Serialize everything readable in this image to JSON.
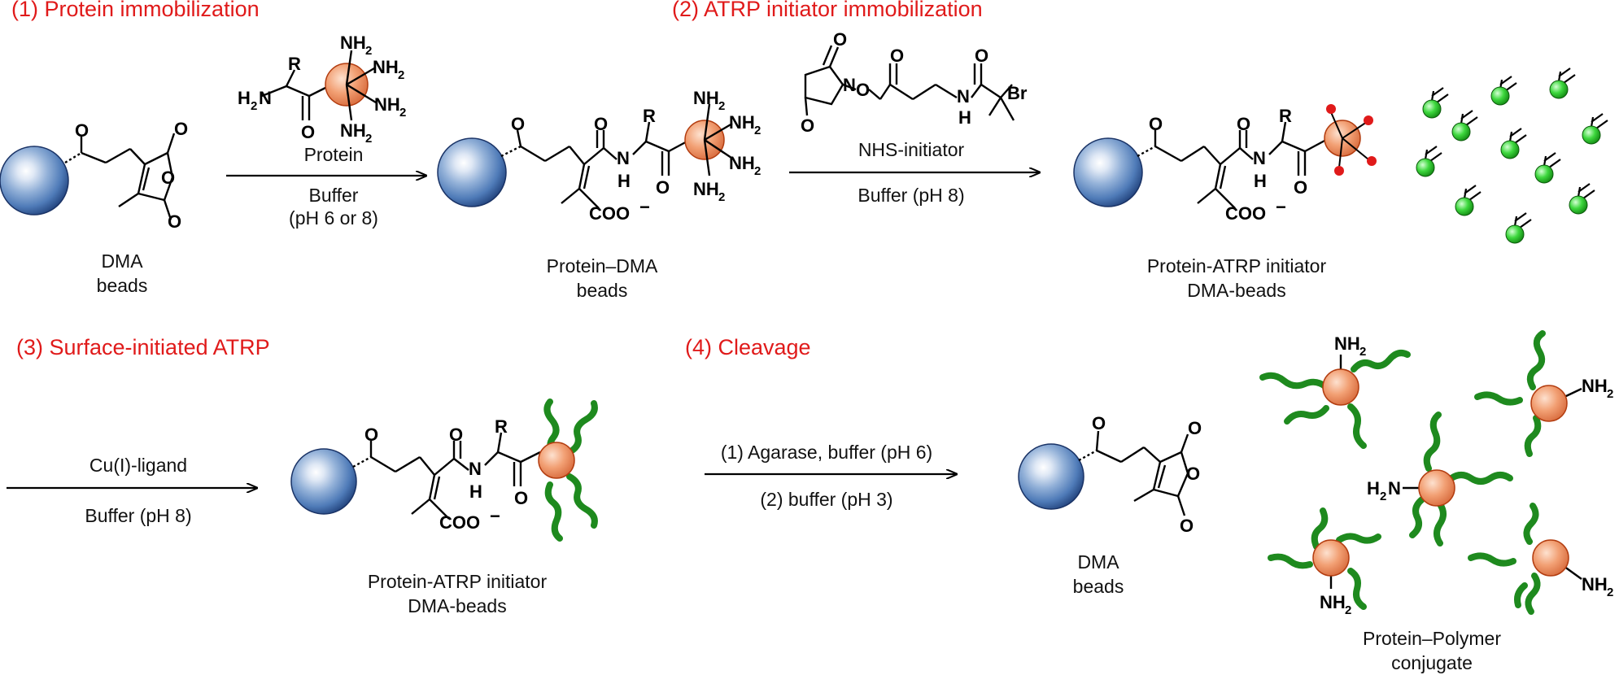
{
  "steps": [
    {
      "label": "(1) Protein immobilization"
    },
    {
      "label": "(2) ATRP initiator immobilization"
    },
    {
      "label": "(3) Surface-initiated ATRP"
    },
    {
      "label": "(4) Cleavage"
    }
  ],
  "captions": {
    "dma_beads_1": [
      "DMA",
      "beads"
    ],
    "protein_dma_beads": [
      "Protein–DMA",
      "beads"
    ],
    "protein_atrp_1": [
      "Protein-ATRP initiator",
      "DMA-beads"
    ],
    "protein_atrp_2": [
      "Protein-ATRP initiator",
      "DMA-beads"
    ],
    "dma_beads_2": [
      "DMA",
      "beads"
    ],
    "conjugate": [
      "Protein–Polymer",
      "conjugate"
    ]
  },
  "conditions": {
    "step1_reagent": "Protein",
    "step1_above": "",
    "step1_below": [
      "Buffer",
      "(pH 6 or 8)"
    ],
    "step2_reagent": "NHS-initiator",
    "step2_below": "Buffer (pH 8)",
    "step3_above": "Cu(I)-ligand",
    "step3_below": "Buffer (pH 8)",
    "step4_above": "(1) Agarase, buffer (pH 6)",
    "step4_below": "(2) buffer (pH 3)"
  },
  "atoms": {
    "O": "O",
    "N": "N",
    "H": "H",
    "R": "R",
    "Br": "Br",
    "NH2_main": "NH",
    "NH2_sub": "2",
    "H2N_main": "H",
    "H2N_sub": "2",
    "H2N_tail": "N",
    "COO": "COO",
    "minus": "−"
  },
  "colors": {
    "step_label": "#e01a1a",
    "bead": "#3f6fae",
    "protein": "#e8865a",
    "polymer": "#1e8a1e",
    "monomer": "#2fbf2f",
    "initiator_dot": "#e01a1a"
  }
}
